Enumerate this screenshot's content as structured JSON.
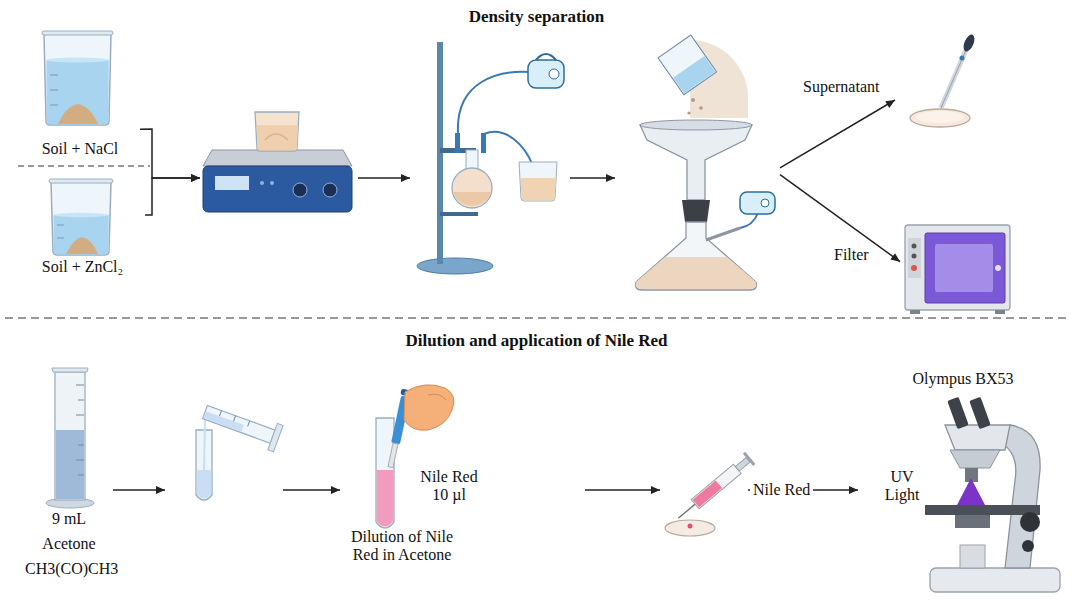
{
  "diagram": {
    "nodes": [
      {
        "text": [
          "Soil + NaCl"
        ]
      },
      {
        "text": [
          "Soil + ZnCl₂"
        ]
      },
      {
        "text": []
      },
      {
        "text": []
      },
      {
        "text": []
      },
      {
        "text": [
          "Supernatant"
        ]
      },
      {
        "text": [
          "Filter"
        ]
      },
      {
        "text": [
          "9 mL",
          "Acetone",
          "CH3(CO)CH3"
        ]
      },
      {
        "text": []
      },
      {
        "text": [
          "Nile Red 10 µl",
          "Dilution of Nile Red in Acetone"
        ]
      },
      {
        "text": []
      },
      {
        "text": [
          "Olympus BX53",
          "UV Light"
        ]
      }
    ],
    "edges": [
      {
        "from": 0,
        "to": 2,
        "arrow": "to"
      },
      {
        "from": 1,
        "to": 2,
        "arrow": "to"
      },
      {
        "from": 2,
        "to": 3,
        "arrow": "to"
      },
      {
        "from": 3,
        "to": 4,
        "arrow": "to"
      },
      {
        "from": 4,
        "to": 5,
        "arrow": "to"
      },
      {
        "from": 4,
        "to": 6,
        "arrow": "to"
      },
      {
        "from": 7,
        "to": 8,
        "arrow": "to"
      },
      {
        "from": 8,
        "to": 9,
        "arrow": "to"
      },
      {
        "from": 9,
        "to": 10,
        "arrow": "to"
      },
      {
        "from": 10,
        "to": 11,
        "label": "Nile Red",
        "arrow": "to"
      }
    ],
    "labels": [
      "Density separation",
      "Dilution and application of Nile Red"
    ]
  }
}
